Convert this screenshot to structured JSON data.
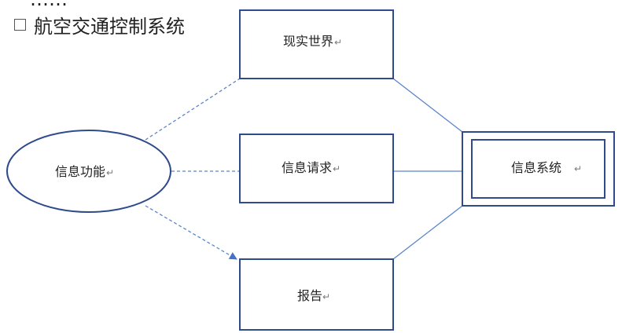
{
  "slide": {
    "clipped_heading": "……",
    "bullet_text": "航空交通控制系统"
  },
  "nodes": {
    "real_world": "现实世界",
    "info_function": "信息功能",
    "info_request": "信息请求",
    "info_system": "信息系统",
    "report": "报告"
  },
  "return_mark": "↵",
  "colors": {
    "border": "#2f4b8c",
    "connector": "#5b86c9",
    "arrow": "#4472c4",
    "text": "#222222"
  }
}
